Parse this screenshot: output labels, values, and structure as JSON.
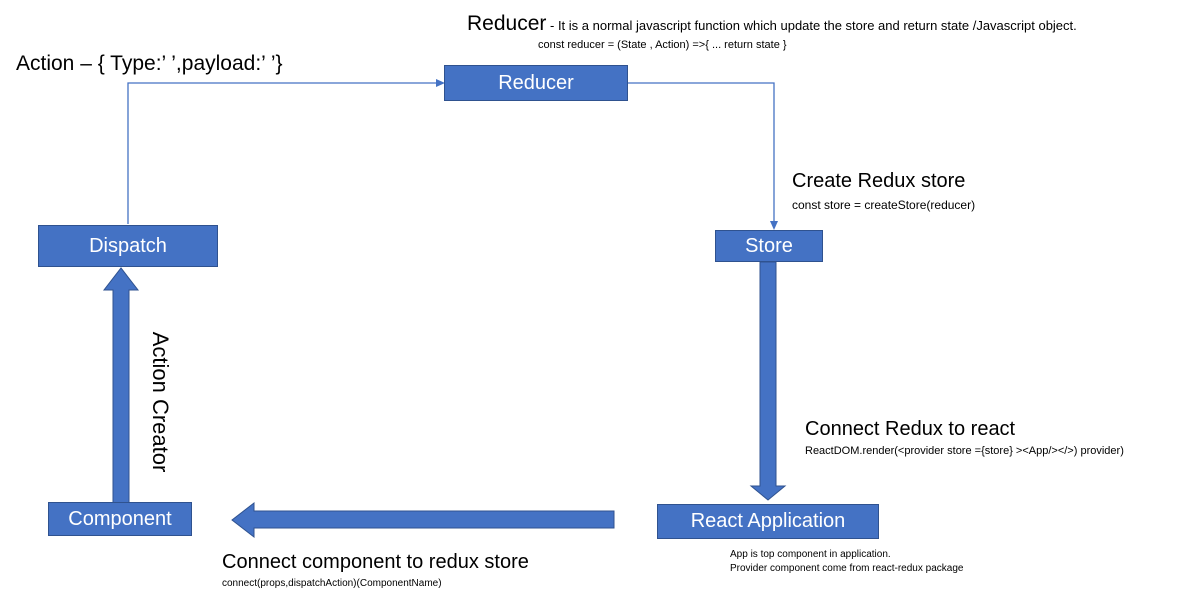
{
  "reducer_note": {
    "title": "Reducer",
    "description": " - It is a normal javascript function which update the store and return state /Javascript object.",
    "code": "const  reducer = (State , Action) =>{  ... return state  }"
  },
  "action_label": "Action – { Type:’ ’,payload:’ ’}",
  "nodes": {
    "reducer": "Reducer",
    "dispatch": "Dispatch",
    "store": "Store",
    "component": "Component",
    "react_app": "React Application"
  },
  "create_store": {
    "title": "Create  Redux store",
    "code": "const store = createStore(reducer)"
  },
  "action_creator": "Action Creator",
  "connect_redux": {
    "title": "Connect Redux to react",
    "code": "ReactDOM.render(<provider store ={store} ><App/></>) provider)"
  },
  "connect_component": {
    "title": "Connect component to redux store",
    "code": "connect(props,dispatchAction)(ComponentName)"
  },
  "app_note": {
    "line1": "App is top component in application.",
    "line2": "Provider  component come from react-redux package"
  },
  "colors": {
    "box_fill": "#4472c4",
    "box_border": "#2f528f",
    "connector": "#4472c4"
  }
}
